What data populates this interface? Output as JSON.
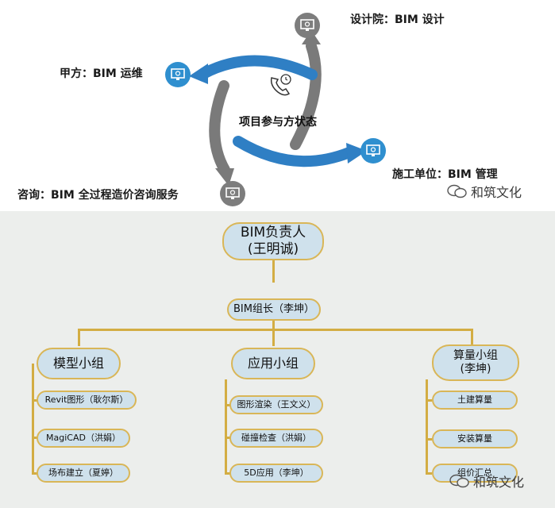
{
  "top": {
    "center_label": "项目参与方状态",
    "participants": {
      "design": "设计院：BIM 设计",
      "owner": "甲方：BIM 运维",
      "construction": "施工单位：BIM 管理",
      "consulting": "咨询：BIM 全过程造价咨询服务"
    },
    "watermark": "和筑文化",
    "colors": {
      "icon_bg": "#2f8fcf",
      "icon_gray_bg": "#7d7d7d",
      "arrow_blue": "#2f7fc4",
      "arrow_gray": "#7a7a7a"
    }
  },
  "org": {
    "head": {
      "title": "BIM负责人",
      "name": "(王明诚)"
    },
    "leader": "BIM组长（李坤）",
    "groups": [
      {
        "title": "模型小组",
        "subtitle": "",
        "members": [
          "Revit图形（耿尔斯）",
          "MagiCAD（洪娟）",
          "场布建立（夏婷）"
        ]
      },
      {
        "title": "应用小组",
        "subtitle": "",
        "members": [
          "图形渲染（王文义）",
          "碰撞检查（洪娟）",
          "5D应用（李坤）"
        ]
      },
      {
        "title": "算量小组",
        "subtitle": "(李坤)",
        "members": [
          "土建算量",
          "安装算量",
          "组价汇总"
        ]
      }
    ],
    "watermark": "和筑文化",
    "colors": {
      "node_fill": "#cfe1ec",
      "node_border": "#d9b657",
      "connector": "#d3ad43",
      "background": "#eceeec"
    }
  }
}
